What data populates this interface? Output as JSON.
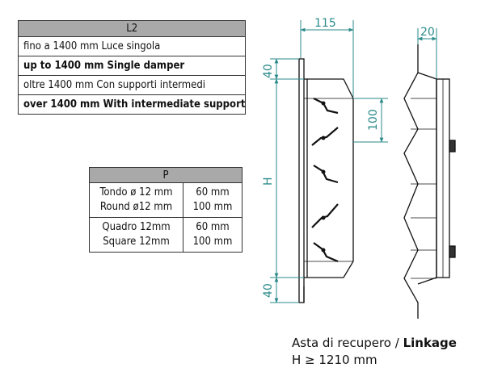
{
  "l2_table": {
    "header": "L2",
    "rows": [
      "fino a 1400 mm Luce singola",
      "up to  1400 mm Single damper",
      "oltre  1400 mm Con supporti intermedi",
      "over  1400 mm With intermediate support"
    ]
  },
  "p_table": {
    "header": "P",
    "rows": [
      {
        "label_it": "Tondo ø 12 mm",
        "label_en": "Round ø12 mm",
        "value_1": "60 mm",
        "value_2": "100 mm"
      },
      {
        "label_it": "Quadro 12mm",
        "label_en": "Square 12mm",
        "value_1": "60 mm",
        "value_2": "100 mm"
      }
    ]
  },
  "dimensions": {
    "width_top": "115",
    "top_flange": "40",
    "bottom_flange": "40",
    "height": "H",
    "pitch": "100",
    "side_depth": "20"
  },
  "caption": {
    "line1_prefix": "Asta di recupero / ",
    "line1_bold": "Linkage",
    "line2": "H ≥ 1210 mm"
  },
  "colors": {
    "dimension": "#2b8a8a",
    "table_header": "#a9a9a9",
    "drawing": "#111111"
  }
}
